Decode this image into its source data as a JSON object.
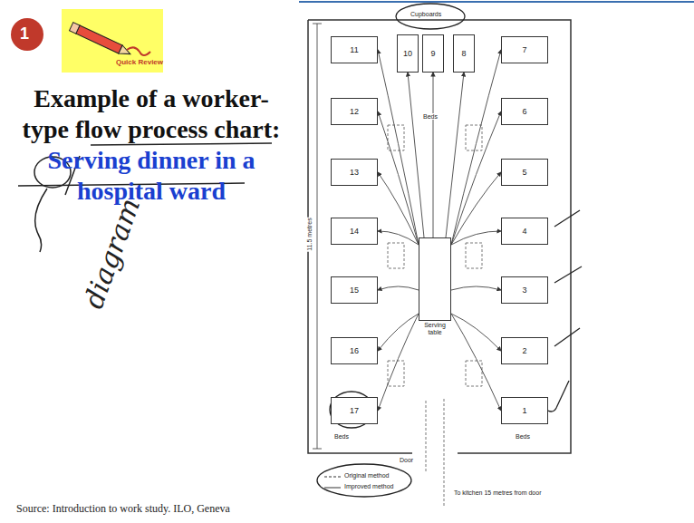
{
  "diagram": {
    "title": "Example of a worker-type flow process chart:",
    "nodes": [
      {
        "text": [
          "11"
        ]
      },
      {
        "text": [
          "10"
        ]
      },
      {
        "text": [
          "9"
        ]
      },
      {
        "text": [
          "8"
        ]
      },
      {
        "text": [
          "7"
        ]
      },
      {
        "text": [
          "12"
        ]
      },
      {
        "text": [
          "6"
        ]
      },
      {
        "text": [
          "13"
        ]
      },
      {
        "text": [
          "5"
        ]
      },
      {
        "text": [
          "14"
        ]
      },
      {
        "text": [
          "4"
        ]
      },
      {
        "text": [
          "15"
        ]
      },
      {
        "text": [
          "3"
        ]
      },
      {
        "text": [
          "16"
        ]
      },
      {
        "text": [
          "2"
        ]
      },
      {
        "text": [
          "17"
        ]
      },
      {
        "text": [
          "1"
        ]
      },
      {
        "text": [
          "Serving table"
        ]
      }
    ],
    "edges": [
      {
        "from": 17,
        "to": 0,
        "arrow": "to"
      },
      {
        "from": 17,
        "to": 1,
        "arrow": "to"
      },
      {
        "from": 17,
        "to": 2,
        "arrow": "to"
      },
      {
        "from": 17,
        "to": 3,
        "arrow": "to"
      },
      {
        "from": 17,
        "to": 4,
        "arrow": "to"
      },
      {
        "from": 17,
        "to": 5,
        "arrow": "to"
      },
      {
        "from": 17,
        "to": 6,
        "arrow": "to"
      },
      {
        "from": 17,
        "to": 7,
        "arrow": "to"
      },
      {
        "from": 17,
        "to": 8,
        "arrow": "to"
      },
      {
        "from": 17,
        "to": 9,
        "arrow": "to"
      },
      {
        "from": 17,
        "to": 10,
        "arrow": "to"
      },
      {
        "from": 17,
        "to": 11,
        "arrow": "to"
      },
      {
        "from": 17,
        "to": 12,
        "arrow": "to"
      },
      {
        "from": 17,
        "to": 13,
        "arrow": "to"
      },
      {
        "from": 17,
        "to": 14,
        "arrow": "to"
      },
      {
        "from": 17,
        "to": 15,
        "arrow": "to"
      },
      {
        "from": 17,
        "to": 16,
        "arrow": "to"
      }
    ],
    "labels": [
      "1",
      "Quick Review",
      "Serving dinner in a hospital ward",
      "diagram",
      "Source: Introduction to work study. ILO, Geneva",
      "Cupboards",
      "Beds",
      "11.5 metres",
      "Beds",
      "Beds",
      "Door",
      "To kitchen 15 metres from door"
    ],
    "legend": [
      {
        "text": "Original method"
      },
      {
        "text": "Improved method"
      }
    ]
  }
}
